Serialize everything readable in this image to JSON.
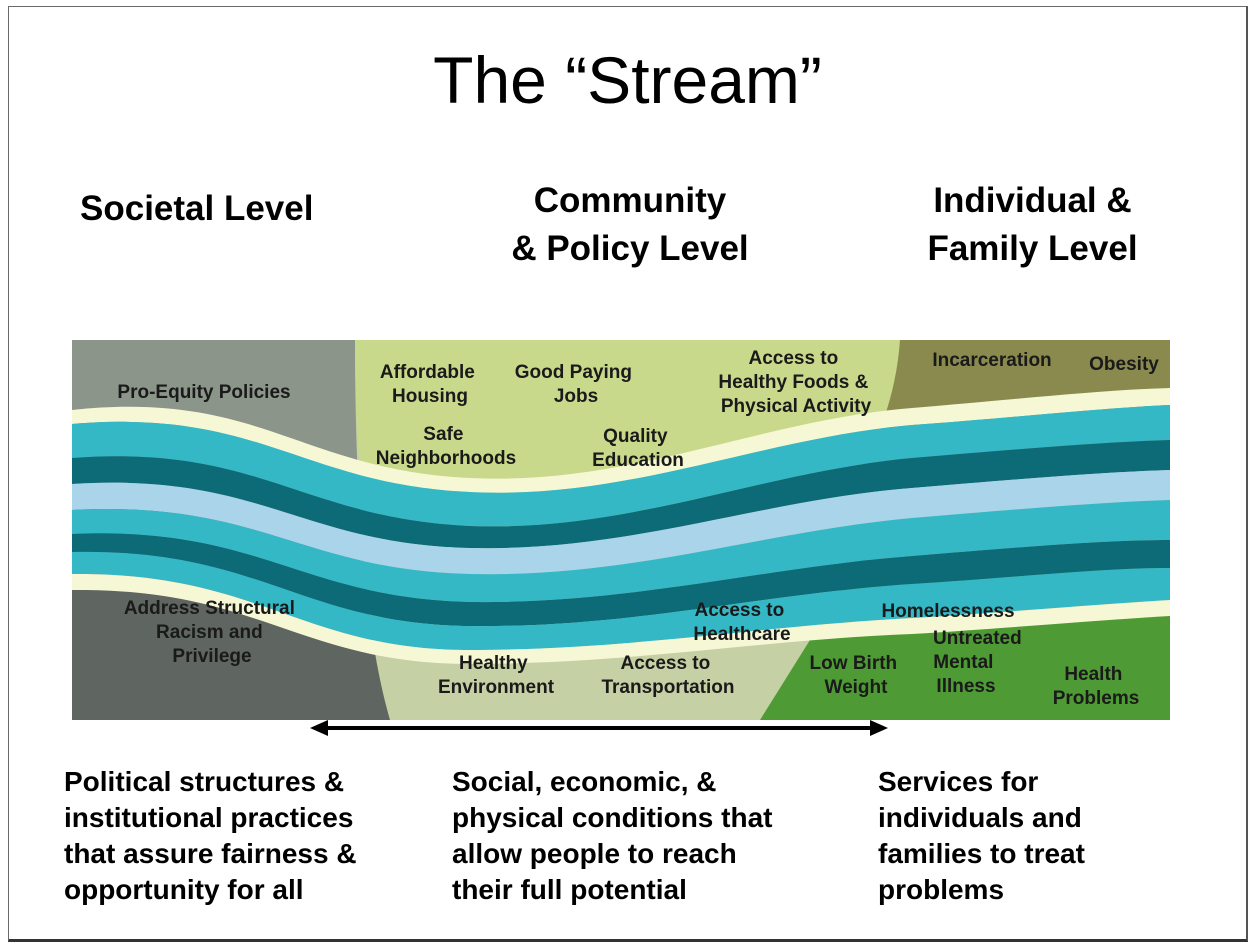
{
  "title": "The “Stream”",
  "levels": {
    "societal": [
      "Societal Level"
    ],
    "community": [
      "Community",
      "& Policy Level"
    ],
    "individual": [
      "Individual &",
      "Family Level"
    ]
  },
  "stream_labels": {
    "pro_equity": [
      "Pro-Equity Policies"
    ],
    "affordable_housing": [
      "Affordable",
      "Housing"
    ],
    "good_paying_jobs": [
      "Good Paying",
      "Jobs"
    ],
    "access_healthy_foods": [
      "Access to",
      "Healthy Foods &",
      "Physical Activity"
    ],
    "safe_neighborhoods": [
      "Safe",
      "Neighborhoods"
    ],
    "quality_education": [
      "Quality",
      "Education"
    ],
    "incarceration": [
      "Incarceration"
    ],
    "obesity": [
      "Obesity"
    ],
    "address_racism": [
      "Address Structural",
      "Racism and",
      "Privilege"
    ],
    "access_healthcare": [
      "Access to",
      "Healthcare"
    ],
    "healthy_environment": [
      "Healthy",
      "Environment"
    ],
    "access_transportation": [
      "Access to",
      "Transportation"
    ],
    "homelessness": [
      "Homelessness"
    ],
    "untreated_mental_illness": [
      "Untreated",
      "Mental",
      "Illness"
    ],
    "low_birth_weight": [
      "Low Birth",
      "Weight"
    ],
    "health_problems": [
      "Health",
      "Problems"
    ]
  },
  "descriptions": {
    "societal": [
      "Political structures &",
      "institutional practices",
      "that assure fairness &",
      "opportunity for all"
    ],
    "community": [
      "Social, economic, &",
      "physical conditions that",
      "allow people to reach",
      "their full potential"
    ],
    "individual": [
      "Services for",
      "individuals and",
      "families to treat",
      "problems"
    ]
  },
  "colors": {
    "societal_upper": "#8c958a",
    "societal_lower": "#5f6560",
    "community_upper": "#c9d98b",
    "community_lower": "#c5d0a4",
    "individual_upper": "#8a8a4f",
    "individual_lower": "#4e9a34",
    "stream_turquoise": "#35b8c6",
    "stream_teal_dark": "#0d6b78",
    "stream_light_blue": "#a9d4ea",
    "stream_cream": "#f6f7d5"
  }
}
